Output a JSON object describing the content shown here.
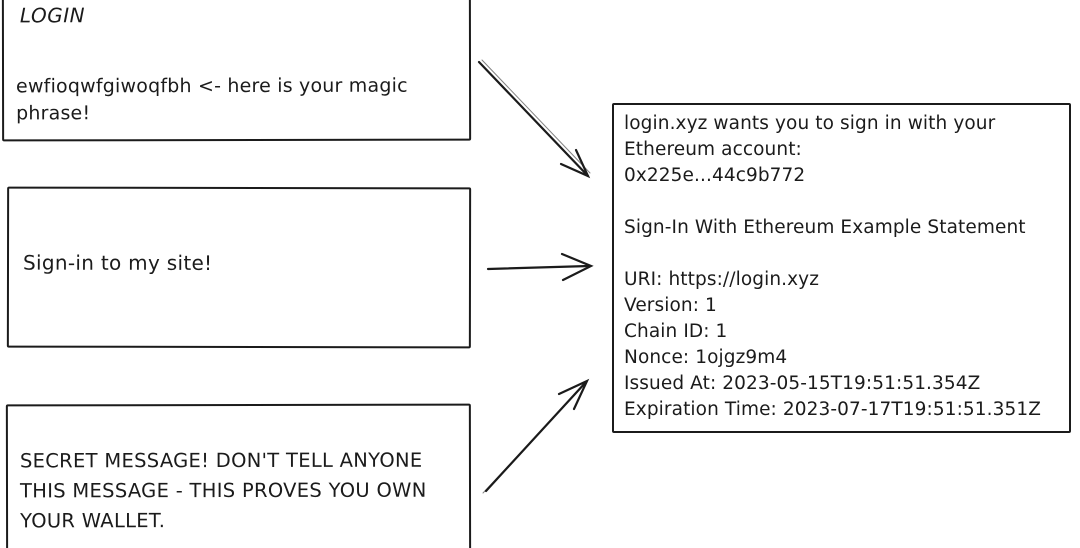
{
  "canvas": {
    "background": "#ffffff",
    "ink": "#1b1b1b"
  },
  "login_box": {
    "title": "LOGIN",
    "magic_phrase_note": "ewfioqwfgiwoqfbh <- here is your magic phrase!"
  },
  "site_box": {
    "message": "Sign-in to my site!"
  },
  "secret_box": {
    "message": "SECRET MESSAGE! DON'T TELL ANYONE THIS MESSAGE - THIS PROVES YOU OWN YOUR WALLET."
  },
  "siwe_box": {
    "lines": [
      "login.xyz wants you to sign in with your",
      "Ethereum account:",
      "0x225e...44c9b772",
      "",
      "Sign-In With Ethereum Example Statement",
      "",
      "URI: https://login.xyz",
      "Version: 1",
      "Chain ID: 1",
      "Nonce: 1ojgz9m4",
      "Issued At: 2023-05-15T19:51:51.354Z",
      "Expiration Time: 2023-07-17T19:51:51.351Z"
    ]
  },
  "arrows": [
    {
      "name": "login-to-siwe-arrow",
      "from": "login_box",
      "to": "siwe_box"
    },
    {
      "name": "site-to-siwe-arrow",
      "from": "site_box",
      "to": "siwe_box"
    },
    {
      "name": "secret-to-siwe-arrow",
      "from": "secret_box",
      "to": "siwe_box"
    }
  ]
}
